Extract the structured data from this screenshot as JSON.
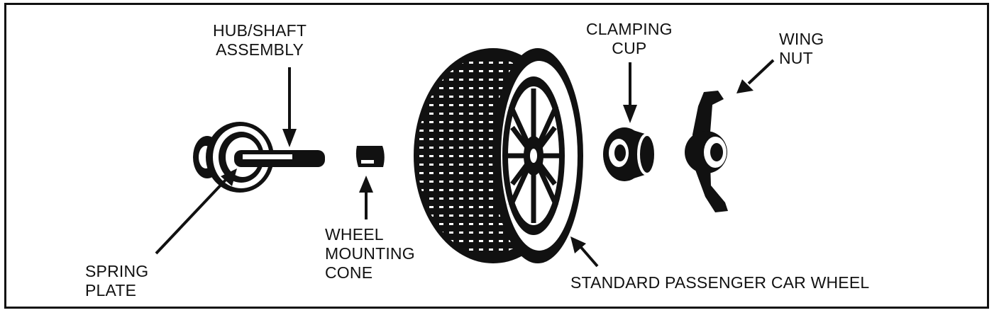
{
  "labels": {
    "hub_shaft": [
      "HUB/SHAFT",
      "ASSEMBLY"
    ],
    "clamping_cup": [
      "CLAMPING",
      "CUP"
    ],
    "wing_nut": [
      "WING",
      "NUT"
    ],
    "spring_plate": [
      "SPRING",
      "PLATE"
    ],
    "mounting_cone": [
      "WHEEL",
      "MOUNTING",
      "CONE"
    ],
    "car_wheel": "STANDARD PASSENGER CAR WHEEL"
  }
}
